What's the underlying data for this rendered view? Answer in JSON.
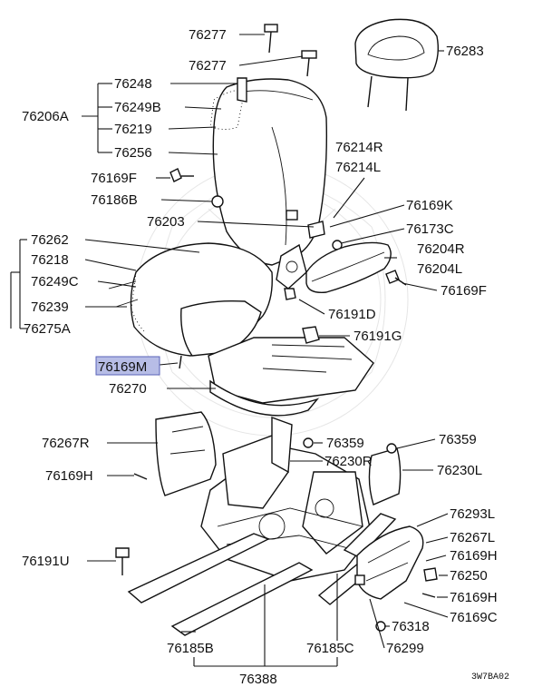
{
  "labels": {
    "p76277a": "76277",
    "p76277b": "76277",
    "p76283": "76283",
    "p76248": "76248",
    "p76249b": "76249B",
    "p76206a": "76206A",
    "p76219": "76219",
    "p76256": "76256",
    "p76214r": "76214R",
    "p76214l": "76214L",
    "p76169f_a": "76169F",
    "p76186b": "76186B",
    "p76169k": "76169K",
    "p76203": "76203",
    "p76173c": "76173C",
    "p76262": "76262",
    "p76204r": "76204R",
    "p76218": "76218",
    "p76204l": "76204L",
    "p76249c": "76249C",
    "p76169f_b": "76169F",
    "p76239": "76239",
    "p76275a": "76275A",
    "p76191d": "76191D",
    "p76191g": "76191G",
    "p76169m": "76169M",
    "p76270": "76270",
    "p76267r": "76267R",
    "p76359a": "76359",
    "p76359b": "76359",
    "p76230r": "76230R",
    "p76169h_a": "76169H",
    "p76230l": "76230L",
    "p76293l": "76293L",
    "p76267l": "76267L",
    "p76191u": "76191U",
    "p76169h_b": "76169H",
    "p76250": "76250",
    "p76169h_c": "76169H",
    "p76169c": "76169C",
    "p76318": "76318",
    "p76185b": "76185B",
    "p76185c": "76185C",
    "p76299": "76299",
    "p76388": "76388",
    "diagram_code": "3W7BA02"
  },
  "highlight_color": "#b7bde6"
}
